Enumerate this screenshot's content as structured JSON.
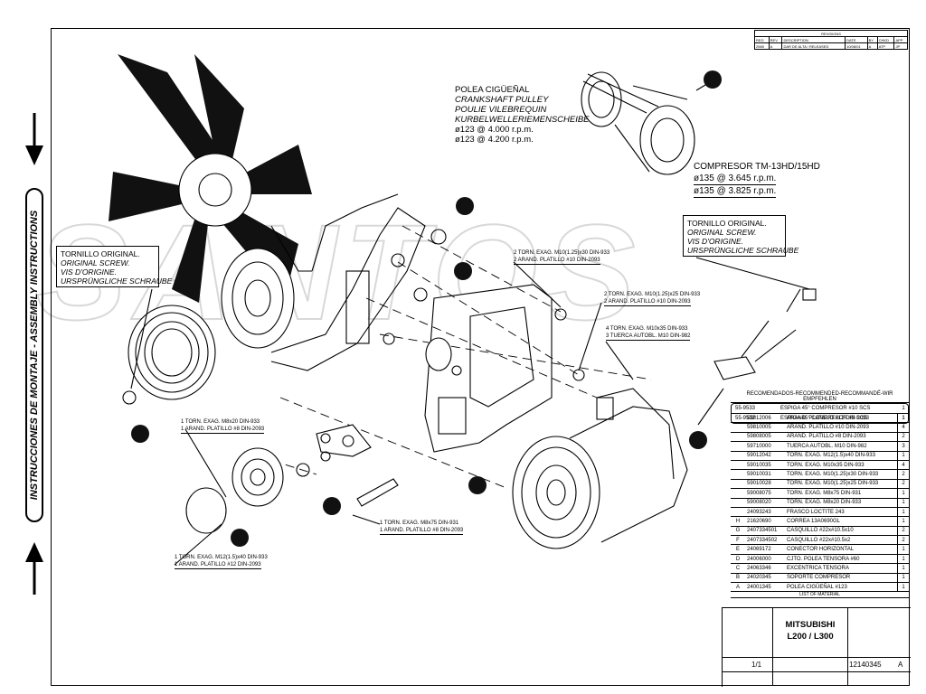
{
  "side_label": "INSTRUCCIONES DE MONTAJE - ASSEMBLY INSTRUCTIONS",
  "revision": {
    "header": "REVISIONS",
    "cols": [
      "REG",
      "REV",
      "DESCRIPTION",
      "DATE",
      "BY",
      "CHKD",
      "APP"
    ],
    "row": [
      "2565",
      "A",
      "DAR DE ALTA / RELEASED",
      "10/08/01",
      "A",
      "ATP",
      "JP"
    ]
  },
  "pulley": {
    "title": "POLEA CIGÜEÑAL",
    "line1": "CRANKSHAFT PULLEY",
    "line2": "POULIE VILEBREQUIN",
    "line3": "KURBELWELLERIEMENSCHEIBE",
    "spec1": "ø123  @  4.000  r.p.m.",
    "spec2": "ø123  @  4.200  r.p.m."
  },
  "compressor": {
    "title": "COMPRESOR TM-13HD/15HD",
    "spec1": "ø135 @ 3.645 r.p.m.",
    "spec2": "ø135 @ 3.825 r.p.m."
  },
  "original_screw_left": {
    "l1": "TORNILLO ORIGINAL.",
    "l2": "ORIGINAL SCREW.",
    "l3": "VIS D'ORIGINE.",
    "l4": "URSPRÜNGLICHE SCHRAUBE"
  },
  "original_screw_right": {
    "l1": "TORNILLO ORIGINAL.",
    "l2": "ORIGINAL SCREW.",
    "l3": "VIS D'ORIGINE.",
    "l4": "URSPRÜNGLICHE SCHRAUBE"
  },
  "callouts": {
    "c1a": "2 TORN. EXAG. M10(1.25)x30 DIN-933",
    "c1b": "2 ARAND. PLATILLO #10 DIN-2093",
    "c2a": "2 TORN. EXAG. M10(1.25)x25 DIN-933",
    "c2b": "2 ARAND. PLATILLO #10 DIN-2093",
    "c3a": "4 TORN. EXAG. M10x35 DIN-933",
    "c3b": "3 TUERCA AUTOBL. M10 DIN-982",
    "c4a": "1 TORN. EXAG. M8x20 DIN-933",
    "c4b": "1 ARAND. PLATILLO #8 DIN-2093",
    "c5a": "1 TORN. EXAG. M8x75 DIN-931",
    "c5b": "1 ARAND. PLATILLO #8 DIN-2093",
    "c6a": "1 TORN. EXAG. M12(1.5)x40 DIN-933",
    "c6b": "1 ARAND. PLATILLO #12 DIN-2093"
  },
  "recommended": {
    "header": "RECOMENDADOS-RECOMMENDED-RECOMMANDÉ-WIR EMPFEHLEN",
    "rows": [
      {
        "code": "55-9533",
        "desc": "ESPIGA 45° COMPRESOR #10 SCS",
        "qty": "1"
      },
      {
        "code": "55-9532",
        "desc": "ESPIGA 45° COMPRESOR #8 SCS",
        "qty": "1"
      }
    ]
  },
  "parts": [
    {
      "n": "",
      "code": "59812006",
      "desc": "ARAND. PLATILLO #12 DIN-2093",
      "qty": "1"
    },
    {
      "n": "",
      "code": "59810005",
      "desc": "ARAND. PLATILLO #10 DIN-2093",
      "qty": "4"
    },
    {
      "n": "",
      "code": "59808005",
      "desc": "ARAND. PLATILLO #8 DIN-2093",
      "qty": "2"
    },
    {
      "n": "",
      "code": "59710000",
      "desc": "TUERCA AUTOBL. M10 DIN-982",
      "qty": "3"
    },
    {
      "n": "",
      "code": "59012042",
      "desc": "TORN. EXAG. M12(1.5)x40 DIN-933",
      "qty": "1"
    },
    {
      "n": "",
      "code": "59010035",
      "desc": "TORN. EXAG. M10x35 DIN-933",
      "qty": "4"
    },
    {
      "n": "",
      "code": "59010031",
      "desc": "TORN. EXAG. M10(1.25)x30 DIN-933",
      "qty": "2"
    },
    {
      "n": "",
      "code": "59010028",
      "desc": "TORN. EXAG. M10(1.25)x25 DIN-933",
      "qty": "2"
    },
    {
      "n": "",
      "code": "59008075",
      "desc": "TORN. EXAG. M8x75 DIN-931",
      "qty": "1"
    },
    {
      "n": "",
      "code": "59008020",
      "desc": "TORN. EXAG. M8x20 DIN-933",
      "qty": "1"
    },
    {
      "n": "",
      "code": "24093243",
      "desc": "FRASCO LOCTITE 243",
      "qty": "1"
    },
    {
      "n": "H",
      "code": "21620690",
      "desc": "CORREA 13A0690GL",
      "qty": "1"
    },
    {
      "n": "G",
      "code": "2407334501",
      "desc": "CASQUILLO #22x#10.5x10",
      "qty": "2"
    },
    {
      "n": "F",
      "code": "2407334502",
      "desc": "CASQUILLO #22x#10.5x2",
      "qty": "2"
    },
    {
      "n": "E",
      "code": "24069172",
      "desc": "CONECTOR HORIZONTAL",
      "qty": "1"
    },
    {
      "n": "D",
      "code": "24006000",
      "desc": "CJTO. POLEA TENSORA #60",
      "qty": "1"
    },
    {
      "n": "C",
      "code": "24063346",
      "desc": "EXCENTRICA TENSORA",
      "qty": "1"
    },
    {
      "n": "B",
      "code": "24020345",
      "desc": "SOPORTE COMPRESOR",
      "qty": "1"
    },
    {
      "n": "A",
      "code": "24001345",
      "desc": "POLEA CIGÜEÑAL #123",
      "qty": "1"
    }
  ],
  "parts_footer": "LIST OF MATERIAL",
  "title_block": {
    "line1": "MITSUBISHI",
    "line2": "L200 / L300",
    "scale": "1/1",
    "code": "12140345",
    "rev": "A"
  }
}
